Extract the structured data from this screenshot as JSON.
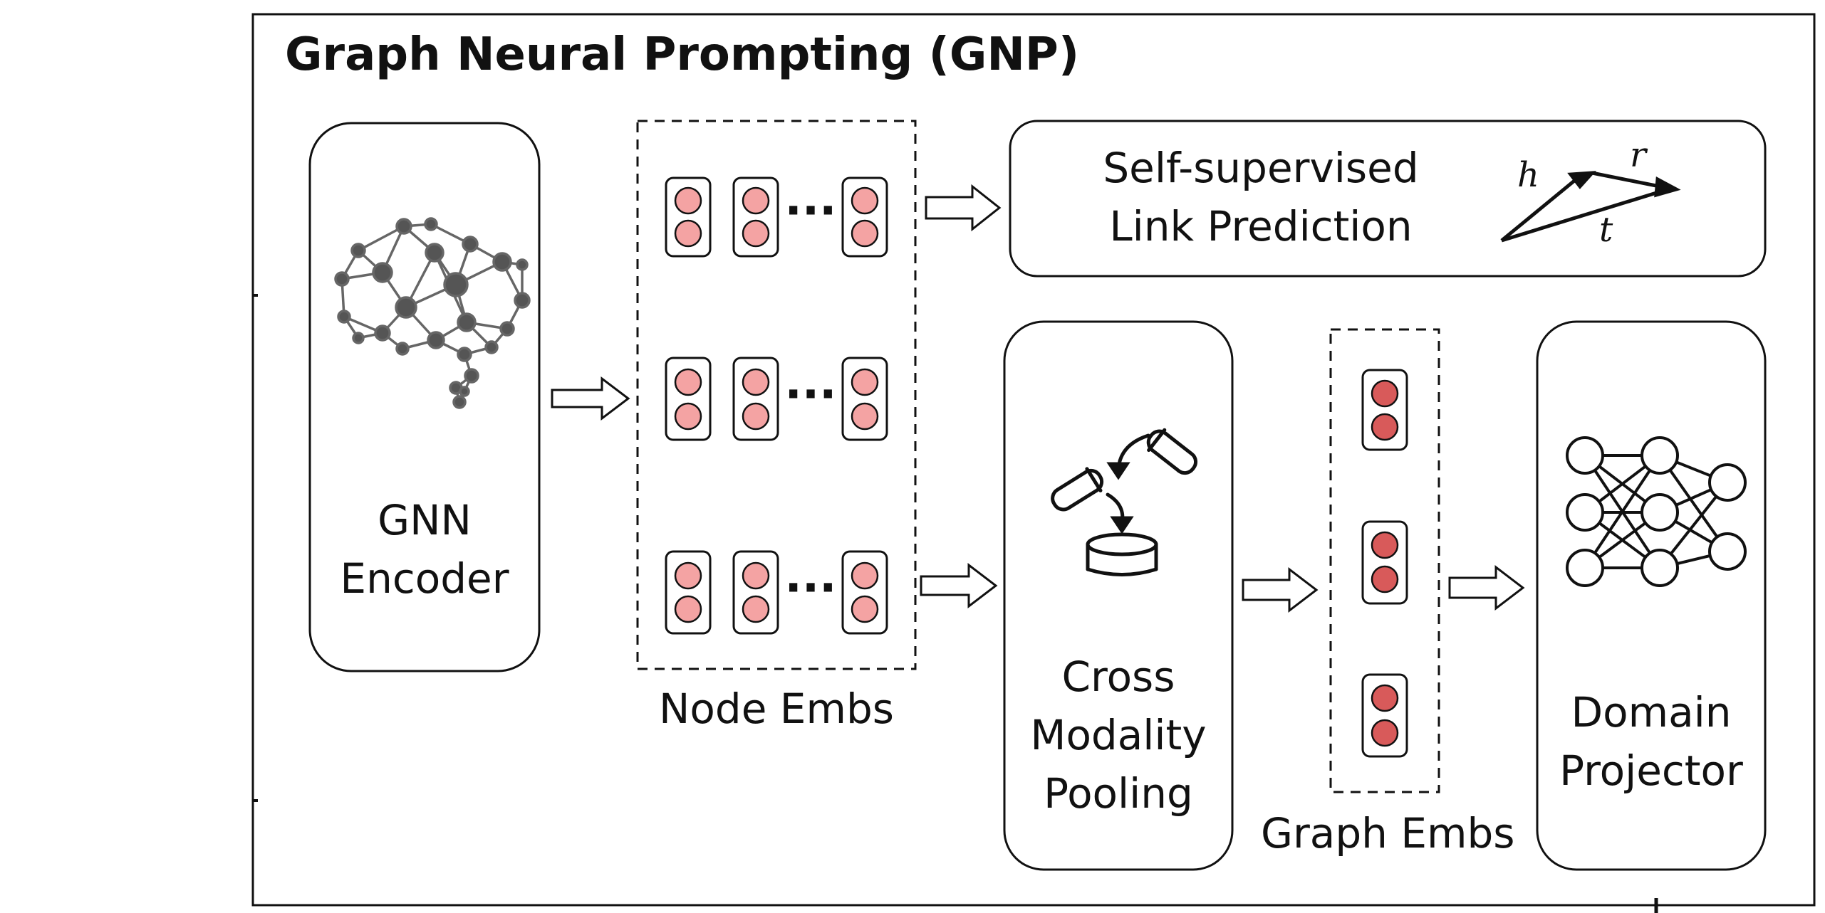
{
  "title": "Graph Neural Prompting (GNP)",
  "gnn_encoder": {
    "line1": "GNN",
    "line2": "Encoder"
  },
  "node_embs": {
    "label": "Node Embs",
    "ellipsis": "···"
  },
  "link_prediction": {
    "line1": "Self-supervised",
    "line2": "Link Prediction",
    "h": "h",
    "r": "r",
    "t": "t"
  },
  "pooling": {
    "line1": "Cross",
    "line2": "Modality",
    "line3": "Pooling"
  },
  "graph_embs": {
    "label": "Graph Embs"
  },
  "projector": {
    "line1": "Domain",
    "line2": "Projector"
  },
  "colors": {
    "node_fill": "#f4a3a3",
    "graph_fill": "#d85a5a",
    "icon_gray": "#555555",
    "stroke": "#111111"
  }
}
